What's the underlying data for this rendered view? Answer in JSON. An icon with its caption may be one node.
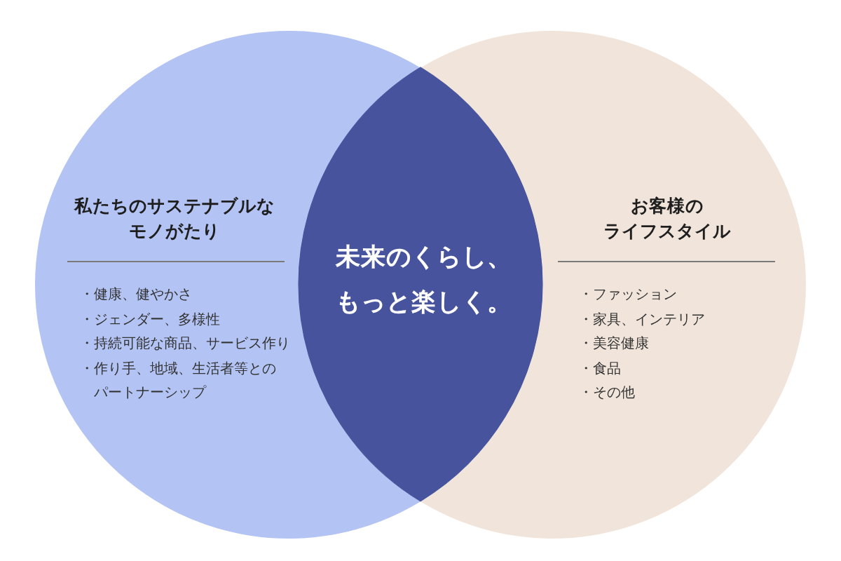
{
  "diagram": {
    "nodes": [
      {
        "text": [
          "私たちのサステナブルなモノがたり",
          "・健康、健やかさ",
          "・ジェンダー、多様性",
          "・持続可能な商品、サービス作り",
          "・作り手、地域、生活者等とのパートナーシップ"
        ]
      },
      {
        "text": [
          "お客様のライフスタイル",
          "・ファッション",
          "・家具、インテリア",
          "・美容健康",
          "・食品",
          "・その他"
        ]
      },
      {
        "text": [
          "未来のくらし、もっと楽しく。"
        ]
      }
    ]
  }
}
